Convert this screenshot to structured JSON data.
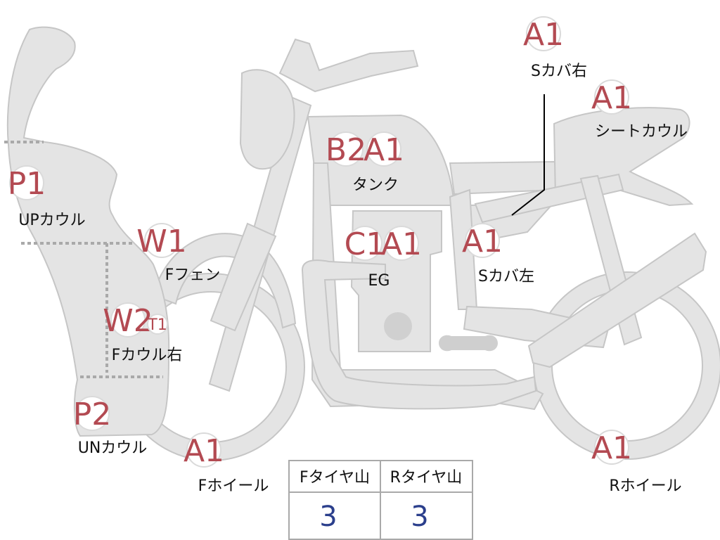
{
  "markers": [
    {
      "id": "s-cover-right",
      "grades": [
        "A1"
      ],
      "part": "Sカバ右"
    },
    {
      "id": "seat-cowl",
      "grades": [
        "A1"
      ],
      "part": "シートカウル"
    },
    {
      "id": "tank",
      "grades": [
        "B2",
        "A1"
      ],
      "part": "タンク"
    },
    {
      "id": "upper-cowl",
      "grades": [
        "P1"
      ],
      "part": "UPカウル"
    },
    {
      "id": "front-fender",
      "grades": [
        "W1"
      ],
      "part": "Fフェン"
    },
    {
      "id": "engine",
      "grades": [
        "C1",
        "A1"
      ],
      "part": "EG"
    },
    {
      "id": "s-cover-left",
      "grades": [
        "A1"
      ],
      "part": "Sカバ左"
    },
    {
      "id": "front-cowl-right",
      "grades": [
        "W2",
        "T1"
      ],
      "part": "Fカウル右"
    },
    {
      "id": "under-cowl",
      "grades": [
        "P2"
      ],
      "part": "UNカウル"
    },
    {
      "id": "front-wheel",
      "grades": [
        "A1"
      ],
      "part": "Fホイール"
    },
    {
      "id": "rear-wheel",
      "grades": [
        "A1"
      ],
      "part": "Rホイール"
    }
  ],
  "tread_table": {
    "headers": [
      "Fタイヤ山",
      "Rタイヤ山"
    ],
    "values": [
      "3",
      "3"
    ]
  },
  "colors": {
    "body_fill": "#e4e4e4",
    "body_stroke": "#c6c6c6",
    "grade_text": "#b34a52",
    "tread_value": "#2b3f8c"
  }
}
